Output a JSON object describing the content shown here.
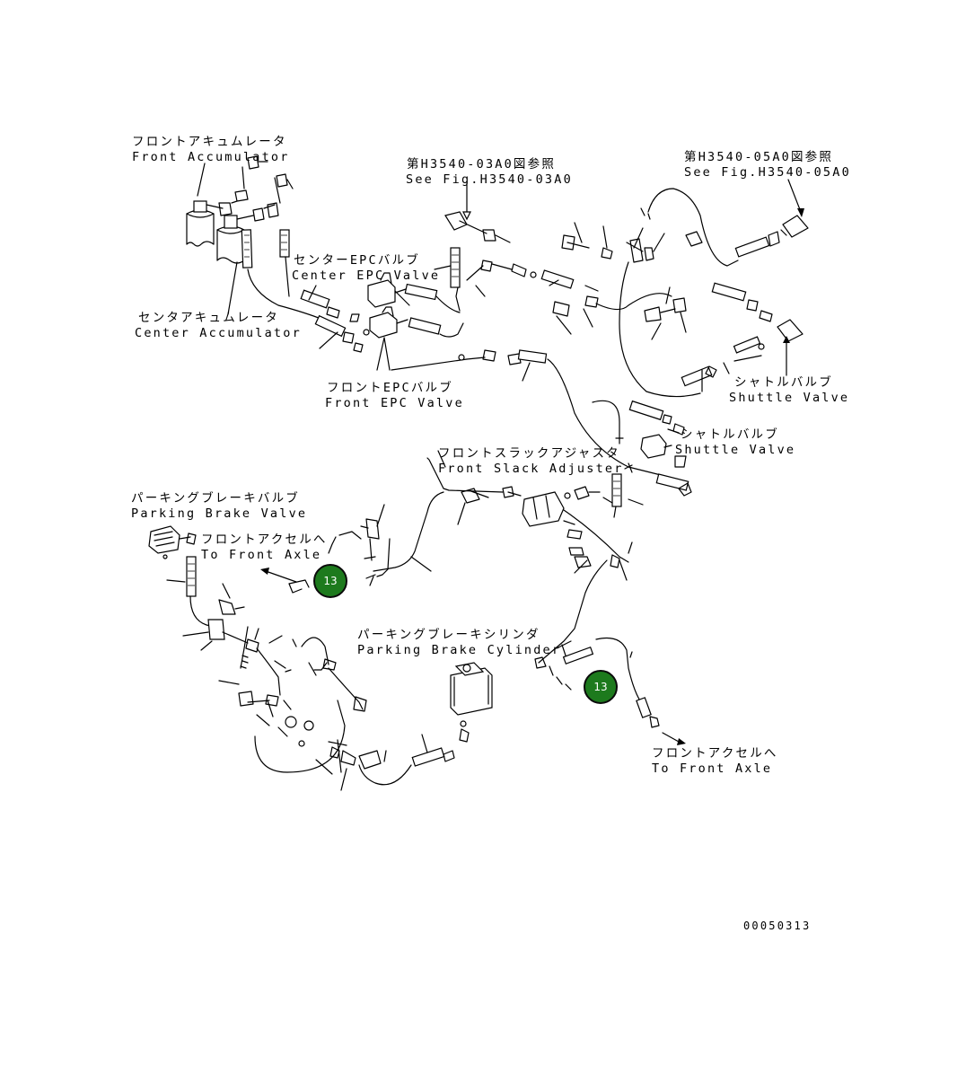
{
  "labels": {
    "front_accumulator_jp": "フロントアキュムレータ",
    "front_accumulator_en": "Front Accumulator",
    "center_accumulator_jp": "センタアキュムレータ",
    "center_accumulator_en": "Center Accumulator",
    "center_epc_valve_jp": "センターEPCバルブ",
    "center_epc_valve_en": "Center EPC Valve",
    "front_epc_valve_jp": "フロントEPCバルブ",
    "front_epc_valve_en": "Front EPC Valve",
    "see_fig_03a0_jp": "第H3540-03A0図参照",
    "see_fig_03a0_en": "See Fig.H3540-03A0",
    "see_fig_05a0_jp": "第H3540-05A0図参照",
    "see_fig_05a0_en": "See Fig.H3540-05A0",
    "shuttle_valve_1_jp": "シャトルバルブ",
    "shuttle_valve_1_en": "Shuttle Valve",
    "shuttle_valve_2_jp": "シャトルバルブ",
    "shuttle_valve_2_en": "Shuttle Valve",
    "front_slack_adjuster_jp": "フロントスラックアジャスタ",
    "front_slack_adjuster_en": "Front Slack Adjuster",
    "parking_brake_valve_jp": "パーキングブレーキバルブ",
    "parking_brake_valve_en": "Parking Brake Valve",
    "to_front_axle_1_jp": "フロントアクセルへ",
    "to_front_axle_1_en": "To Front Axle",
    "parking_brake_cylinder_jp": "パーキングブレーキシリンダ",
    "parking_brake_cylinder_en": "Parking Brake Cylinder",
    "to_front_axle_2_jp": "フロントアクセルへ",
    "to_front_axle_2_en": "To Front Axle",
    "drawing_number": "00050313"
  },
  "callouts": [
    {
      "label": "13"
    },
    {
      "label": "13"
    }
  ],
  "colors": {
    "callout_fill": "#1d7a1d",
    "line": "#000000"
  }
}
